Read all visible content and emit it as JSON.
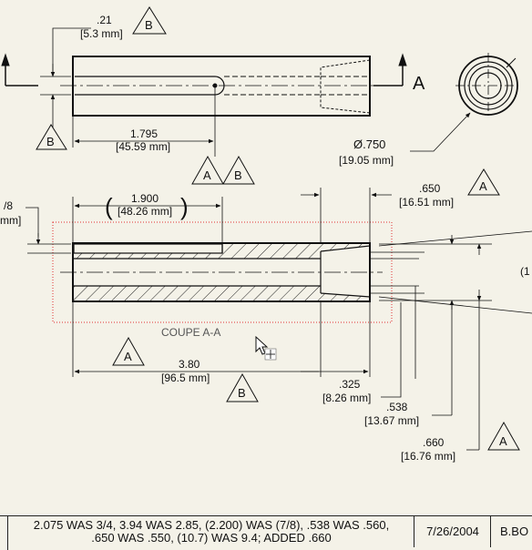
{
  "dimensions": {
    "slot_width": ".21",
    "slot_width_mm": "[5.3 mm]",
    "slot_length": "1.795",
    "slot_length_mm": "[45.59 mm]",
    "diameter": "Ø.750",
    "diameter_mm": "[19.05 mm]",
    "partial_left": "/8",
    "partial_left_mm": "mm]",
    "ref_length": "1.900",
    "ref_length_mm": "[48.26 mm]",
    "bore_depth": ".650",
    "bore_depth_mm": "[16.51 mm]",
    "partial_right": "(1",
    "overall_length": "3.80",
    "overall_length_mm": "[96.5 mm]",
    "chamfer_depth": ".325",
    "chamfer_depth_mm": "[8.26 mm]",
    "inner_dia": ".538",
    "inner_dia_mm": "[13.67 mm]",
    "outer_dia": ".660",
    "outer_dia_mm": "[16.76 mm]"
  },
  "markers": {
    "revision": "B",
    "revision_a": "A",
    "section_letter": "A"
  },
  "section_label": "COUPE  A-A",
  "revision_block": {
    "text_line1": "2.075 WAS 3/4, 3.94 WAS 2.85, (2.200) WAS (7/8), .538 WAS .560,",
    "text_line2": ".650 WAS .550, (10.7) WAS 9.4; ADDED .660",
    "date": "7/26/2004",
    "author": "B.BO"
  }
}
